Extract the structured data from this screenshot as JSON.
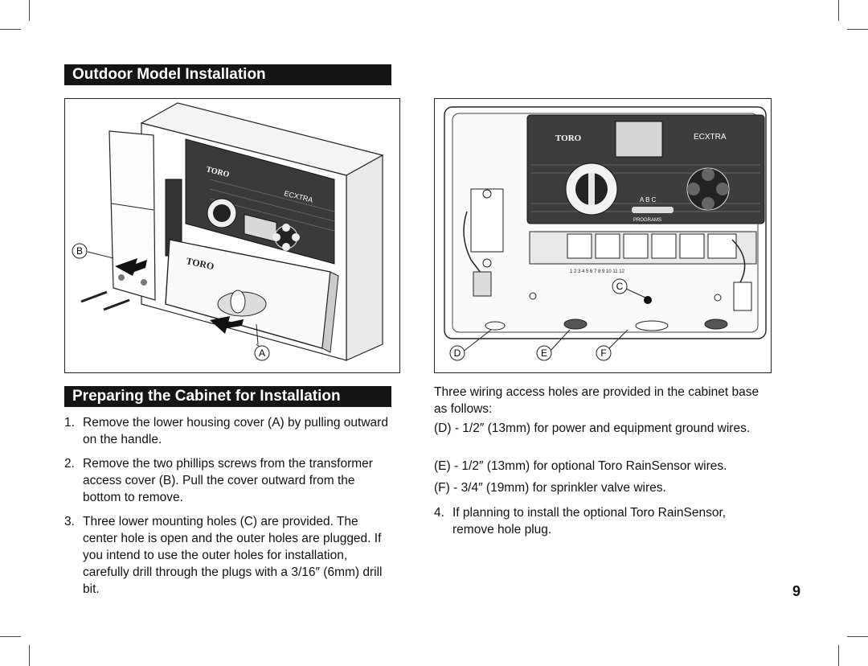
{
  "headings": {
    "outdoor_install": "Outdoor Model Installation",
    "preparing_cabinet": "Preparing the Cabinet for Installation"
  },
  "left_figure": {
    "brand": "TORO",
    "model": "ECXTRA",
    "callouts": {
      "a": "A",
      "b": "B"
    }
  },
  "right_figure": {
    "brand": "TORO",
    "model": "ECXTRA",
    "programs_label": "PROGRAMS",
    "abc_label": "A B C",
    "callouts": {
      "c": "C",
      "d": "D",
      "e": "E",
      "f": "F"
    },
    "zone_numbers": [
      "1",
      "2",
      "3",
      "4",
      "5",
      "6",
      "7",
      "8",
      "9",
      "10",
      "11",
      "12"
    ]
  },
  "steps_left": [
    {
      "num": "1.",
      "text": "Remove the lower housing cover (A) by pulling outward on the handle."
    },
    {
      "num": "2.",
      "text": "Remove the two phillips screws from the transformer access cover (B). Pull the cover outward from the bottom to remove."
    },
    {
      "num": "3.",
      "text": "Three lower mounting holes (C) are provided. The center hole is open and the outer holes are plugged. If you intend to use the outer holes for installation, carefully drill through the plugs with a 3/16″ (6mm) drill bit."
    }
  ],
  "right_text": {
    "intro": "Three wiring access holes are provided in the cabinet base as follows:",
    "holes": [
      "(D) - 1/2″ (13mm) for power and equipment ground wires.",
      "(E) - 1/2″ (13mm) for optional Toro RainSensor wires.",
      "(F) - 3/4″ (19mm) for sprinkler valve wires."
    ],
    "step4_num": "4.",
    "step4_text": "If planning to install the optional Toro RainSensor, remove hole plug."
  },
  "page_number": "9"
}
